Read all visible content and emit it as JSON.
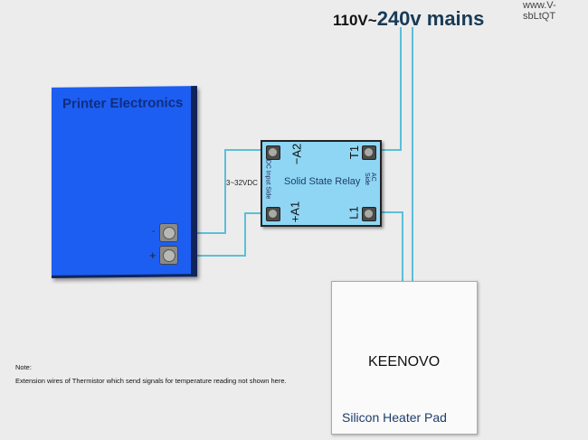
{
  "mains": {
    "prefix": "110V~",
    "main": "240v mains"
  },
  "watermark": "www.V-sbLtQT",
  "printer": {
    "title": "Printer Electronics",
    "terminals": [
      "-",
      "+"
    ]
  },
  "dc_voltage": "3~32VDC",
  "relay": {
    "title": "Solid State Relay",
    "dc_side": "DC Input Side",
    "ac_side": "AC Side",
    "pins": {
      "a2": "A2",
      "a2_sign": "−",
      "a1": "A1",
      "a1_sign": "+",
      "t1": "T1",
      "l1": "L1"
    }
  },
  "heater": {
    "brand": "KEENOVO",
    "label": "Silicon Heater Pad"
  },
  "note": {
    "title": "Note:",
    "text": "Extension wires of Thermistor which send signals for temperature reading not shown here."
  },
  "colors": {
    "wire": "#5bbfd8",
    "printer": "#1d5ef2",
    "relay": "#8fd6f4"
  }
}
